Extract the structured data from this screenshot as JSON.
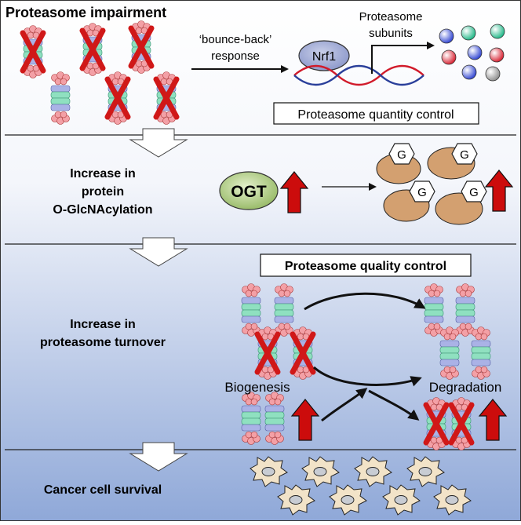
{
  "sections": [
    {
      "title": "Proteasome impairment"
    },
    {
      "title_lines": [
        "Increase in",
        "protein",
        "O-GlcNAcylation"
      ]
    },
    {
      "title_lines": [
        "Increase in",
        "proteasome turnover"
      ]
    },
    {
      "title": "Cancer cell survival"
    }
  ],
  "bounce_back": {
    "line1": "‘bounce-back’",
    "line2": "response"
  },
  "nrf1_label": "Nrf1",
  "subunits_label": {
    "line1": "Proteasome",
    "line2": "subunits"
  },
  "quantity_control_label": "Proteasome quantity control",
  "ogt_label": "OGT",
  "glcnac_mark": "G",
  "quality_control_label": "Proteasome quality control",
  "biogenesis_label": "Biogenesis",
  "degradation_label": "Degradation",
  "colors": {
    "background_top": "#ffffff",
    "background_bottom": "#8fa8d8",
    "red_x": "#d01818",
    "red_arrow": "#cc0c0c",
    "ogt_fill": "#a9c97a",
    "nrf1_fill": "#9aa6d2",
    "protein_fill": "#d3a070",
    "dna_red": "#d11a2a",
    "dna_blue": "#2a3f9a",
    "cell_fill": "#f2e3c8"
  }
}
